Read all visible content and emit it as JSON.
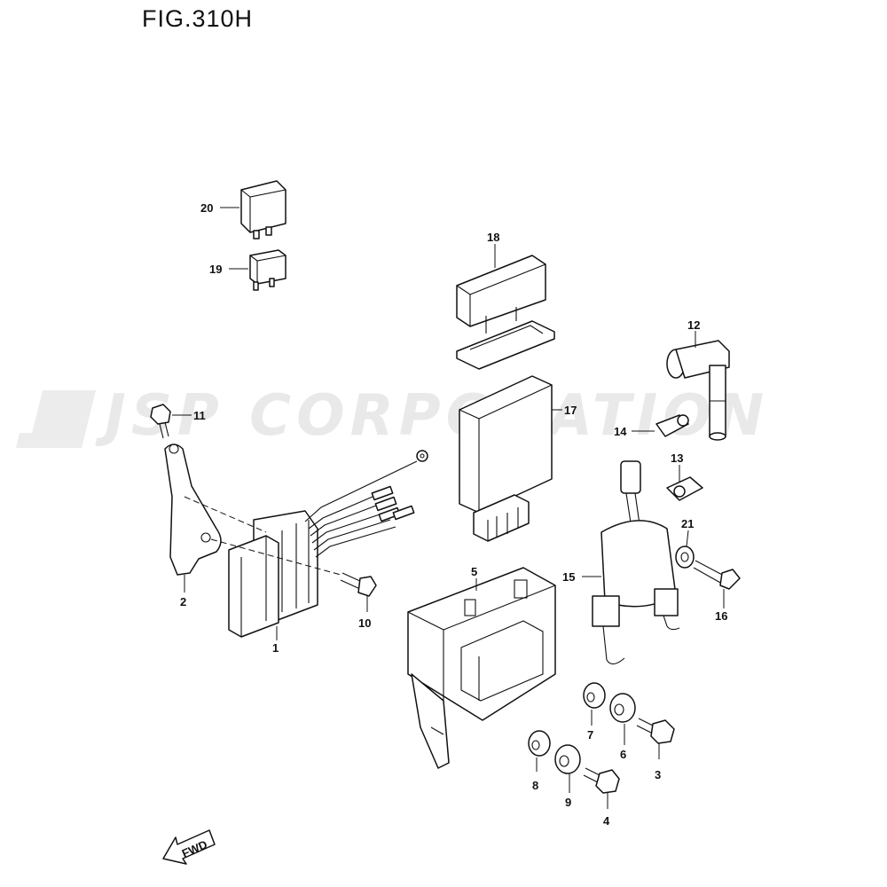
{
  "figure": {
    "title": "FIG.310H"
  },
  "watermark": {
    "text": "JSP CORPORATION"
  },
  "direction_arrow": {
    "label": "FWD"
  },
  "callouts": {
    "p1": "1",
    "p2": "2",
    "p3": "3",
    "p4": "4",
    "p5": "5",
    "p6": "6",
    "p7": "7",
    "p8": "8",
    "p9": "9",
    "p10": "10",
    "p11": "11",
    "p12": "12",
    "p13": "13",
    "p14": "14",
    "p15": "15",
    "p16": "16",
    "p17": "17",
    "p18": "18",
    "p19": "19",
    "p20": "20",
    "p21": "21"
  }
}
